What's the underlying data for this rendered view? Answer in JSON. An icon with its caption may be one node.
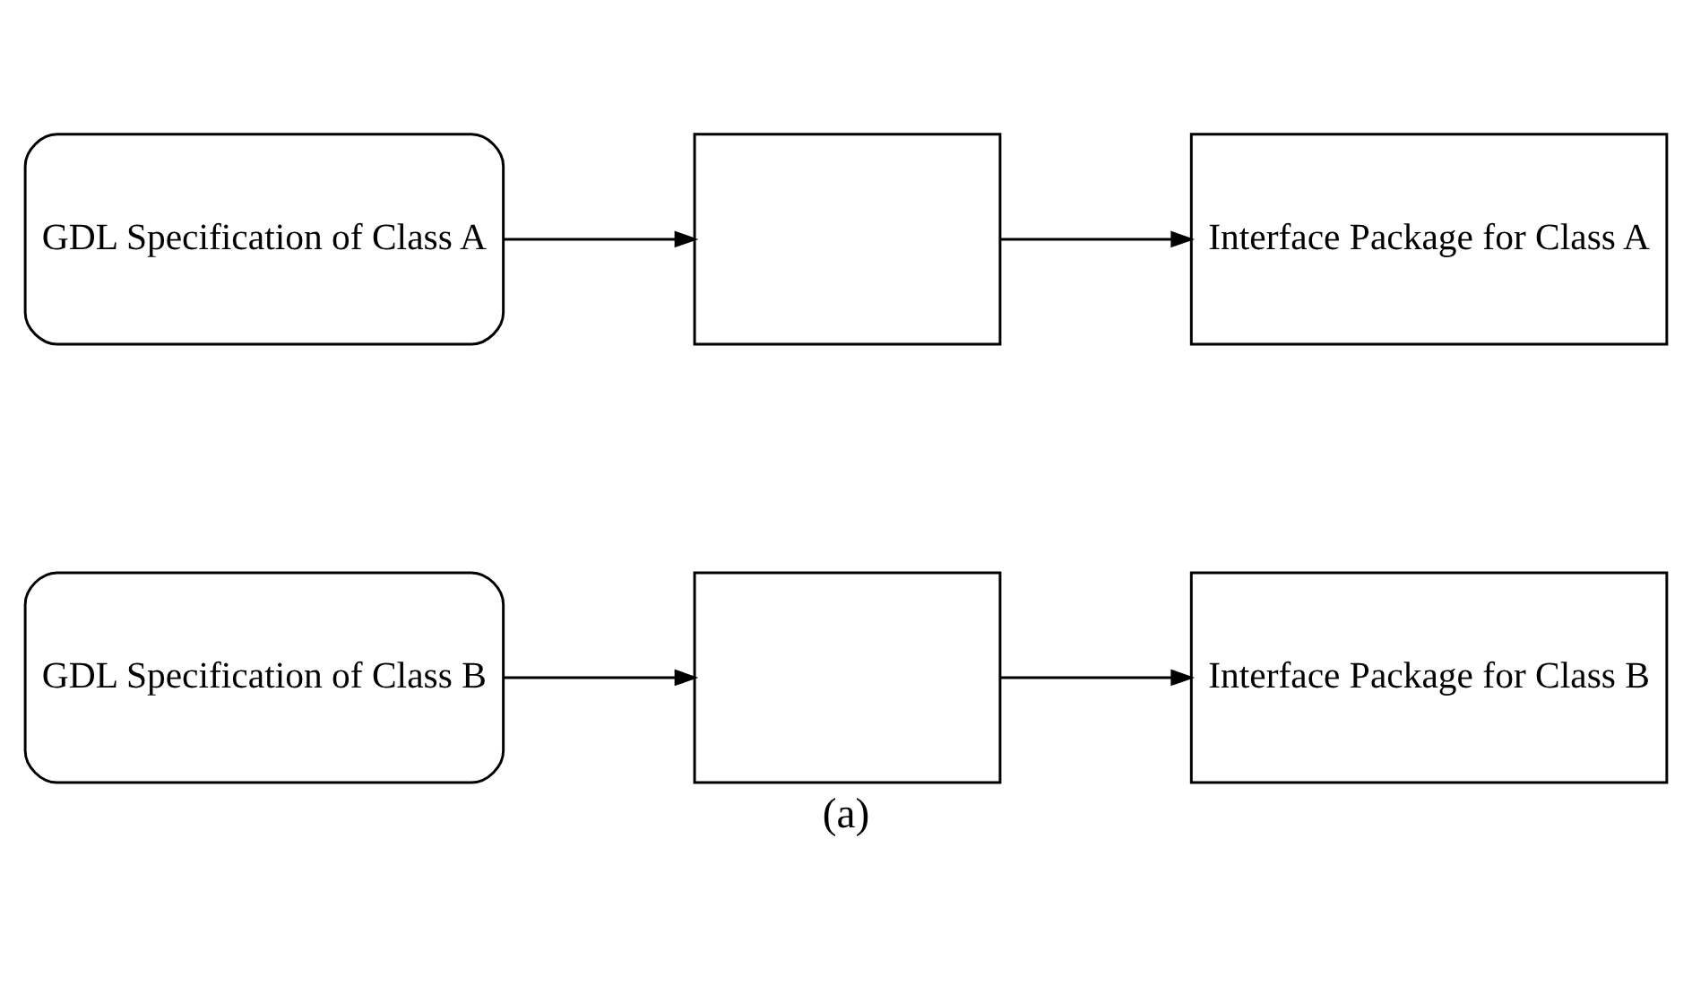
{
  "diagram": {
    "caption": "(a)",
    "nodes": [
      {
        "text": [
          "GDL Specification of Class A"
        ]
      },
      {
        "text": [],
        "shape": "box"
      },
      {
        "text": [
          "Interface Package for Class A"
        ]
      },
      {
        "text": [
          "GDL Specification of Class B"
        ]
      },
      {
        "text": [],
        "shape": "box"
      },
      {
        "text": [
          "Interface Package for Class B"
        ]
      }
    ],
    "edges": [
      {
        "from": 0,
        "to": 1,
        "arrow": "to"
      },
      {
        "from": 1,
        "to": 2,
        "arrow": "to"
      },
      {
        "from": 3,
        "to": 4,
        "arrow": "to"
      },
      {
        "from": 4,
        "to": 5,
        "arrow": "to"
      }
    ]
  }
}
